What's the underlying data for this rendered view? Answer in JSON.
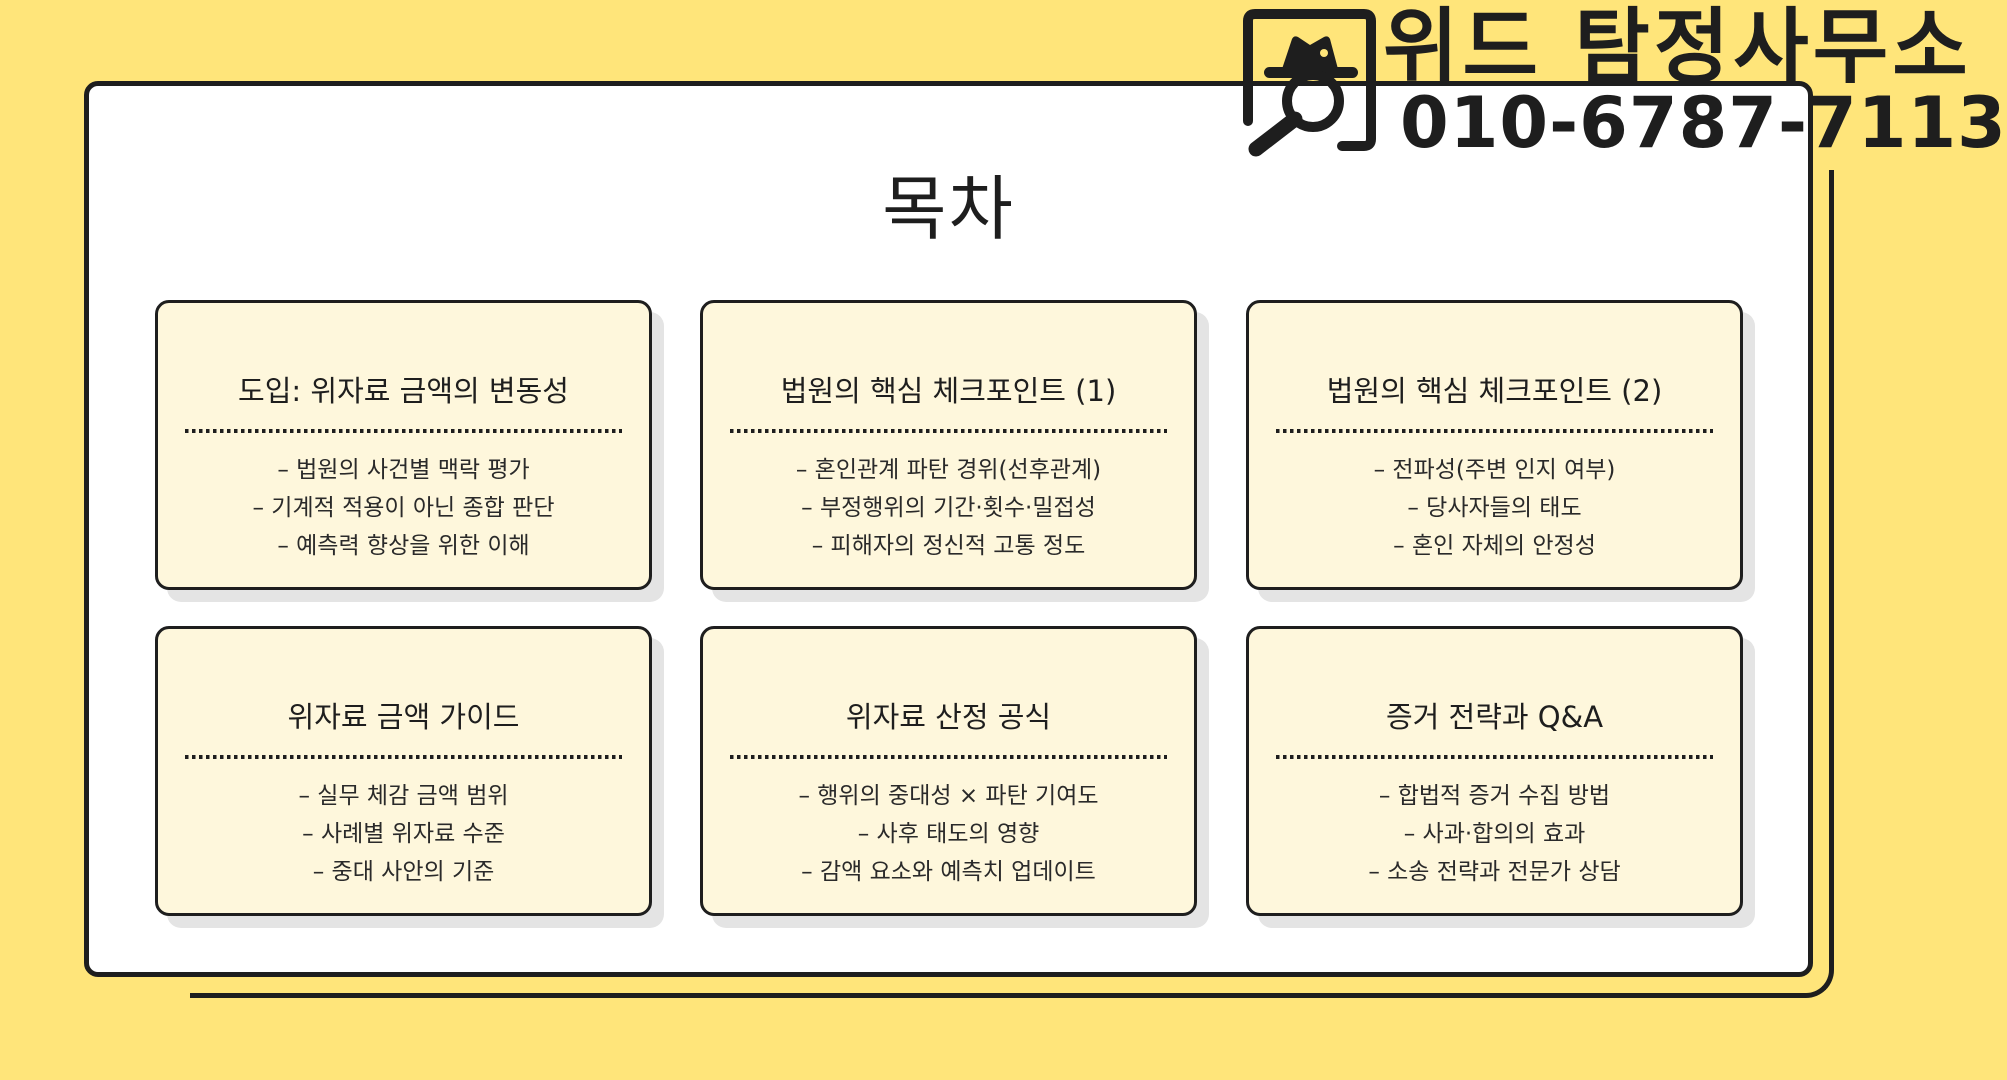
{
  "page": {
    "title": "목차"
  },
  "brand": {
    "name": "위드 탐정사무소",
    "phone": "010-6787-7113",
    "icon": "detective-magnifier-icon"
  },
  "colors": {
    "background": "#ffe57a",
    "panel": "#ffffff",
    "card": "#fef7dc",
    "border": "#1e1e1e",
    "shadow": "#e4e4e4"
  },
  "cards": [
    {
      "title": "도입: 위자료 금액의 변동성",
      "items": [
        "– 법원의 사건별 맥락 평가",
        "– 기계적 적용이 아닌 종합 판단",
        "– 예측력 향상을 위한 이해"
      ]
    },
    {
      "title": "법원의 핵심 체크포인트 (1)",
      "items": [
        "– 혼인관계 파탄 경위(선후관계)",
        "– 부정행위의 기간·횟수·밀접성",
        "– 피해자의 정신적 고통 정도"
      ]
    },
    {
      "title": "법원의 핵심 체크포인트 (2)",
      "items": [
        "– 전파성(주변 인지 여부)",
        "– 당사자들의 태도",
        "– 혼인 자체의 안정성"
      ]
    },
    {
      "title": "위자료 금액 가이드",
      "items": [
        "– 실무 체감 금액 범위",
        "– 사례별 위자료 수준",
        "– 중대 사안의 기준"
      ]
    },
    {
      "title": "위자료 산정 공식",
      "items": [
        "– 행위의 중대성 × 파탄 기여도",
        "– 사후 태도의 영향",
        "– 감액 요소와 예측치 업데이트"
      ]
    },
    {
      "title": "증거 전략과 Q&A",
      "items": [
        "– 합법적 증거 수집 방법",
        "– 사과·합의의 효과",
        "– 소송 전략과 전문가 상담"
      ]
    }
  ]
}
